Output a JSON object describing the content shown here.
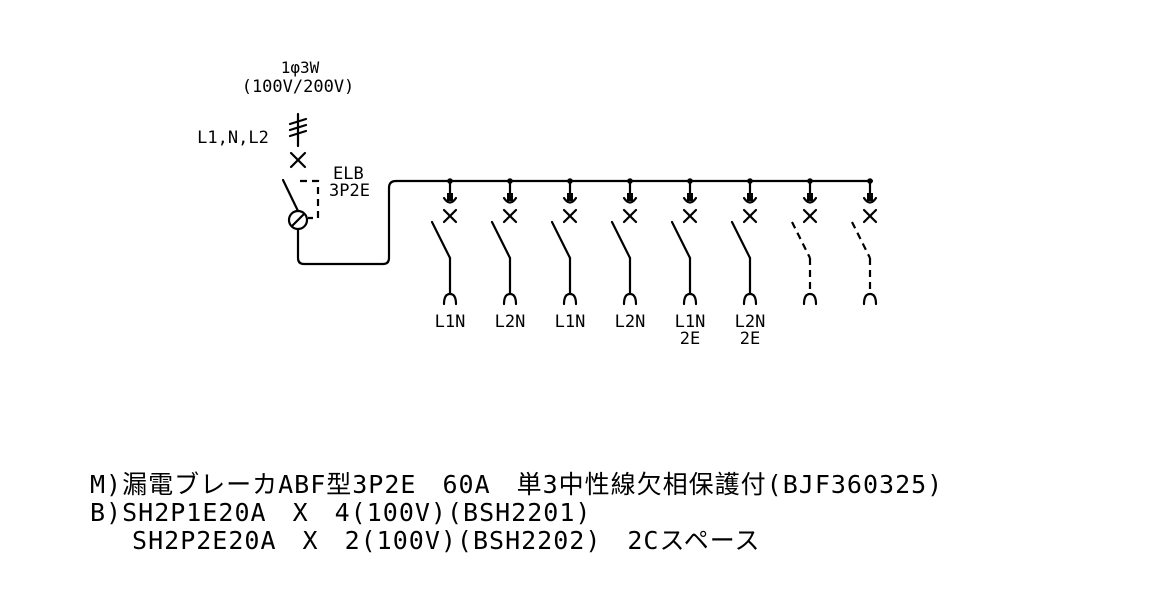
{
  "supply": {
    "phase": "1φ3W",
    "voltage": "(100V/200V)",
    "lines": "L1,N,L2"
  },
  "main_breaker": {
    "name": "ELB",
    "poles": "3P2E"
  },
  "branches": [
    {
      "line1": "L1N",
      "line2": "",
      "spare": false
    },
    {
      "line1": "L2N",
      "line2": "",
      "spare": false
    },
    {
      "line1": "L1N",
      "line2": "",
      "spare": false
    },
    {
      "line1": "L2N",
      "line2": "",
      "spare": false
    },
    {
      "line1": "L1N",
      "line2": "2E",
      "spare": false
    },
    {
      "line1": "L2N",
      "line2": "2E",
      "spare": false
    },
    {
      "line1": "",
      "line2": "",
      "spare": true
    },
    {
      "line1": "",
      "line2": "",
      "spare": true
    }
  ],
  "notes": [
    "M)漏電ブレーカABF型3P2E　60A　単3中性線欠相保護付(BJF360325)",
    "B)SH2P1E20A　X　4(100V)(BSH2201)",
    "　 SH2P2E20A　X　2(100V)(BSH2202)　2Cスペース"
  ]
}
